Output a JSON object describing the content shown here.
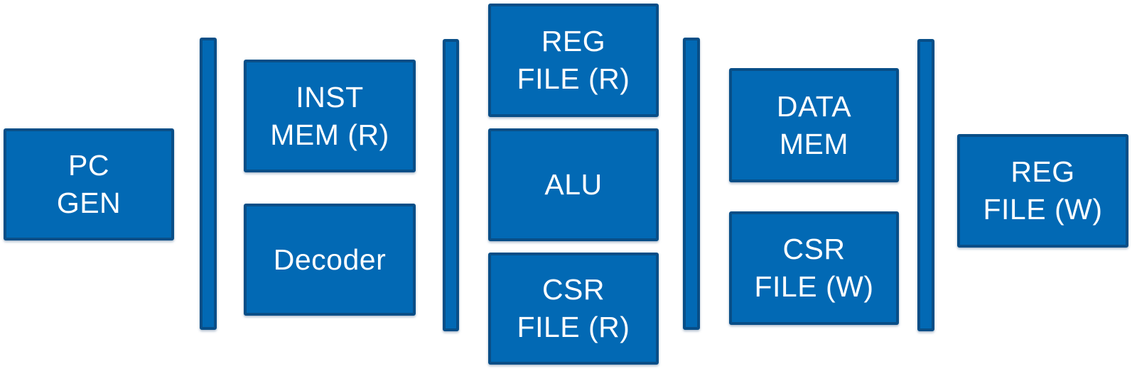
{
  "diagram": {
    "title": "cpu-pipeline-block-diagram",
    "colors": {
      "background": "#ffffff",
      "block_fill": "#0269b4",
      "block_border": "#084e87",
      "label_text": "#ffffff"
    },
    "blocks": [
      {
        "id": "pc-gen",
        "label": "PC\nGEN"
      },
      {
        "id": "inst-mem-r",
        "label": "INST\nMEM (R)"
      },
      {
        "id": "decoder",
        "label": "Decoder"
      },
      {
        "id": "reg-file-r",
        "label": "REG\nFILE (R)"
      },
      {
        "id": "alu",
        "label": "ALU"
      },
      {
        "id": "csr-file-r",
        "label": "CSR\nFILE (R)"
      },
      {
        "id": "data-mem",
        "label": "DATA\nMEM"
      },
      {
        "id": "csr-file-w",
        "label": "CSR\nFILE (W)"
      },
      {
        "id": "reg-file-w",
        "label": "REG\nFILE (W)"
      }
    ],
    "pipeline_registers": [
      {
        "id": "stage-bar-1"
      },
      {
        "id": "stage-bar-2"
      },
      {
        "id": "stage-bar-3"
      },
      {
        "id": "stage-bar-4"
      }
    ]
  }
}
